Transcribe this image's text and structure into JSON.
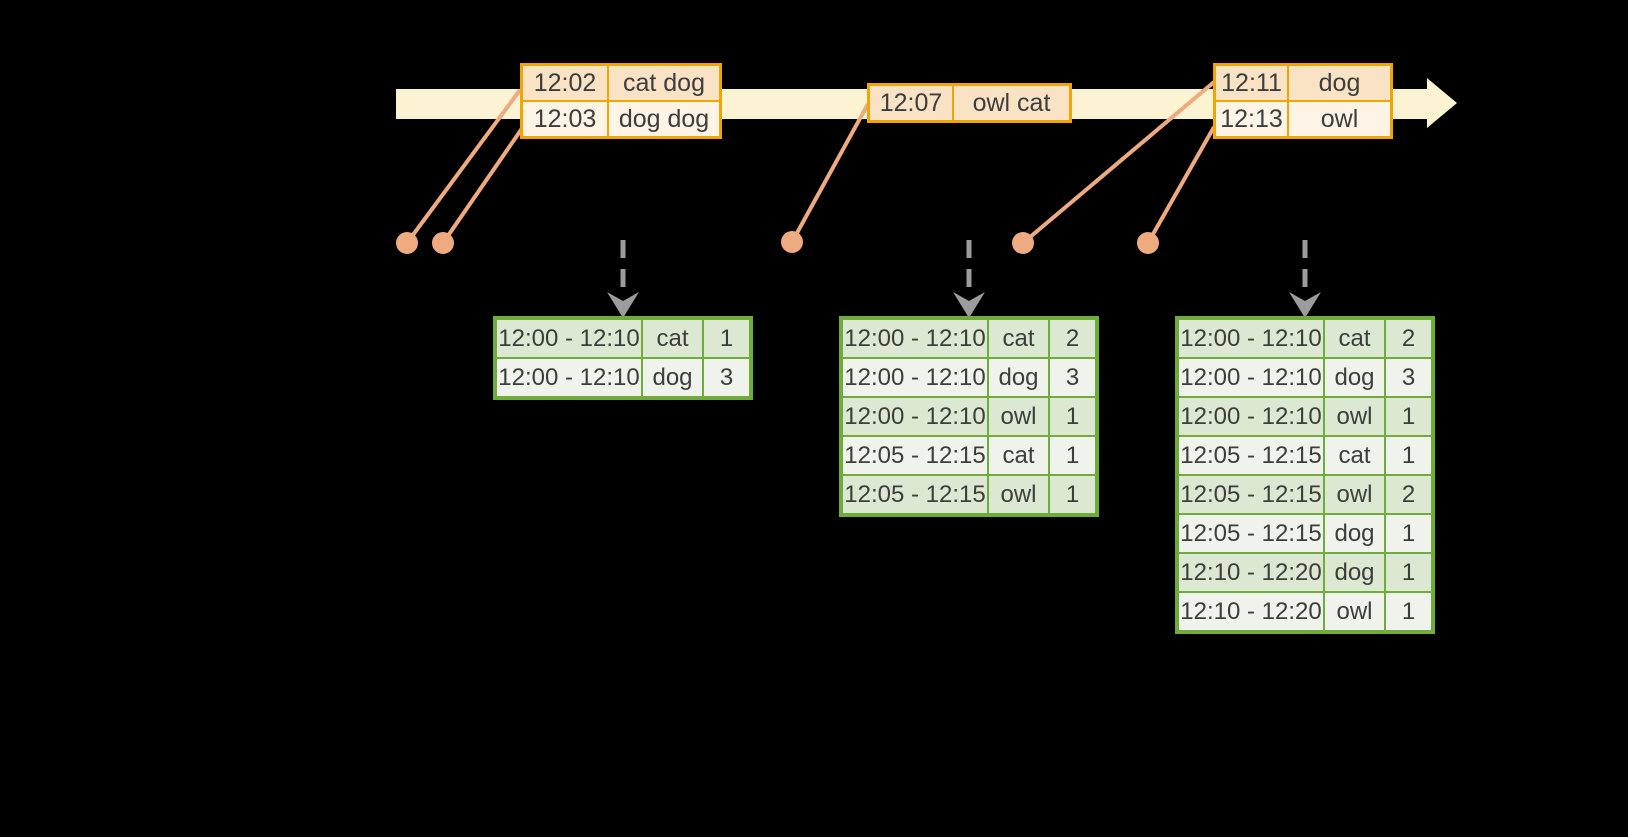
{
  "colors": {
    "background": "#000000",
    "timeline_fill": "#fcf3d2",
    "event_border": "#f0a500",
    "event_row_dark": "#fae2c5",
    "event_row_light": "#fdf4e6",
    "callout": "#eeab80",
    "trigger_arrow": "#9c9c9c",
    "result_border": "#70ac3b",
    "result_row_dark": "#dde8d2",
    "result_row_light": "#eff3eb",
    "text": "#3d3d3d"
  },
  "icons": {
    "timeline": "right-arrow-timeline",
    "event_marker": "event-dot",
    "trigger": "dashed-down-arrow"
  },
  "timeline": {
    "batches": [
      {
        "rows": [
          [
            "12:02",
            "cat dog"
          ],
          [
            "12:03",
            "dog dog"
          ]
        ]
      },
      {
        "rows": [
          [
            "12:07",
            "owl cat"
          ]
        ]
      },
      {
        "rows": [
          [
            "12:11",
            "dog"
          ],
          [
            "12:13",
            "owl"
          ]
        ]
      }
    ]
  },
  "result_tables": [
    {
      "rows": [
        [
          "12:00 - 12:10",
          "cat",
          "1"
        ],
        [
          "12:00 - 12:10",
          "dog",
          "3"
        ]
      ]
    },
    {
      "rows": [
        [
          "12:00 - 12:10",
          "cat",
          "2"
        ],
        [
          "12:00 - 12:10",
          "dog",
          "3"
        ],
        [
          "12:00 - 12:10",
          "owl",
          "1"
        ],
        [
          "12:05 - 12:15",
          "cat",
          "1"
        ],
        [
          "12:05 - 12:15",
          "owl",
          "1"
        ]
      ]
    },
    {
      "rows": [
        [
          "12:00 - 12:10",
          "cat",
          "2"
        ],
        [
          "12:00 - 12:10",
          "dog",
          "3"
        ],
        [
          "12:00 - 12:10",
          "owl",
          "1"
        ],
        [
          "12:05 - 12:15",
          "cat",
          "1"
        ],
        [
          "12:05 - 12:15",
          "owl",
          "2"
        ],
        [
          "12:05 - 12:15",
          "dog",
          "1"
        ],
        [
          "12:10 - 12:20",
          "dog",
          "1"
        ],
        [
          "12:10 - 12:20",
          "owl",
          "1"
        ]
      ]
    }
  ]
}
